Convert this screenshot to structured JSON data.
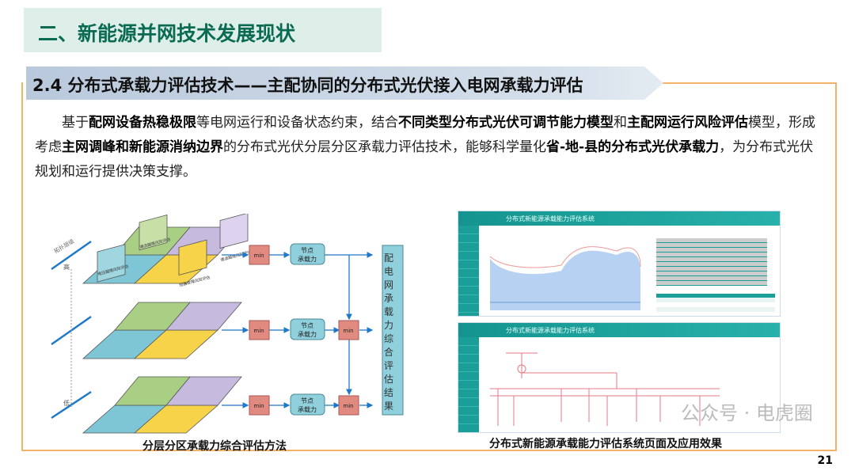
{
  "section_title": "二、新能源并网技术发展现状",
  "subtitle": "2.4 分布式承载力评估技术——主配协同的分布式光伏接入电网承载力评估",
  "body": {
    "p1": "基于",
    "b1": "配网设备热稳极限",
    "p2": "等电网运行和设备状态约束，结合",
    "b2": "不同类型分布式光伏可调节能力模型",
    "p3": "和",
    "b3": "主配网运行风险评估",
    "p4": "模型，形成考虑",
    "b4": "主网调峰和新能源消纳边界",
    "p5": "的分布式光伏分层分区承载力评估技术，能够科学量化",
    "b5": "省-地-县的分布式光伏承载力",
    "p6": "，为分布式光伏规划和运行提供决策支撑。"
  },
  "diagram": {
    "caption": "分层分区承载力综合评估方法",
    "axis_label": "拓扑层级",
    "high": "高",
    "low": "低",
    "panels": [
      "电压越限风险评估",
      "潮流越限风险评估",
      "短路故障风险评估",
      "谐波越限风险评估"
    ],
    "min": "min",
    "node": [
      "节点",
      "承载力"
    ],
    "result": "配电网承载力综合评估结果"
  },
  "screenshots": {
    "caption": "分布式新能源承载能力评估系统页面及应用效果",
    "system_title": "分布式新能源承载能力评估系统"
  },
  "watermark": "公众号 · 电虎圈",
  "page_number": "21"
}
